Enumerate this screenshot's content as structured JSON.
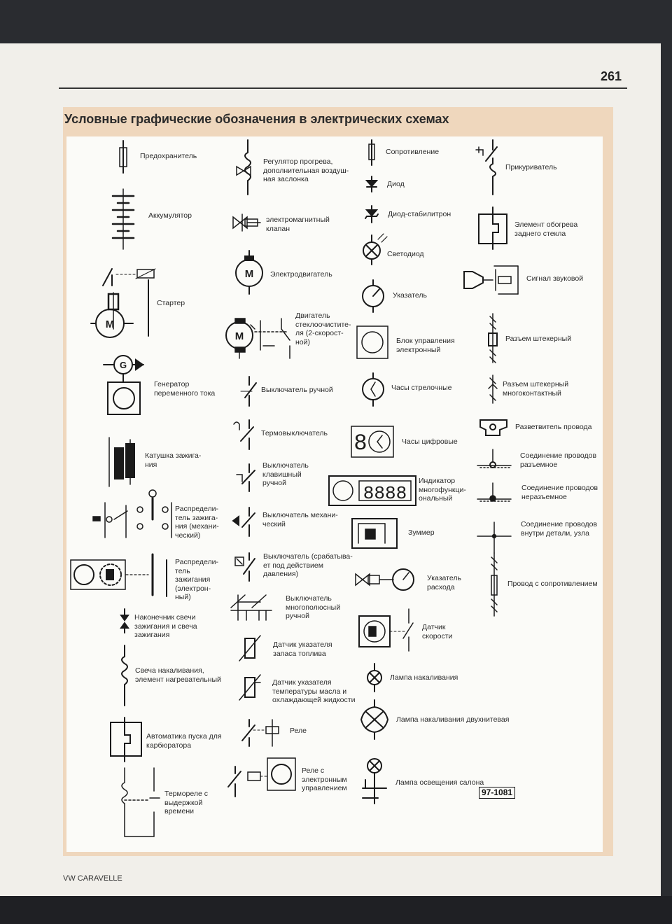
{
  "page_number": "261",
  "title": "Условные графические обозначения в электрических схемах",
  "footer": "VW CARAVELLE",
  "figure_code": "97-1081",
  "motor_letter": "M",
  "generator_letter": "G",
  "symbols": {
    "fuse": "Предохранитель",
    "battery": "Аккумулятор",
    "starter": "Стартер",
    "alternator": "Генератор\nпеременного тока",
    "ignition_coil": "Катушка зажига-\nния",
    "distributor_mech": "Распредели-\nтель зажига-\nния (механи-\nческий)",
    "distributor_elec": "Распредели-\nтель\nзажигания\n(электрон-\nный)",
    "spark_plug": "Наконечник свечи\nзажигания и свеча\nзажигания",
    "glow_plug": "Свеча накаливания,\nэлемент нагревательный",
    "choke": "Автоматика пуска для\nкарбюратора",
    "thermal_relay": "Термореле с\nвыдержкой\nвремени",
    "warmup_regulator": "Регулятор прогрева,\nдополнительная воздуш-\nная заслонка",
    "solenoid_valve": "электромагнитный\nклапан",
    "electric_motor": "Электродвигатель",
    "wiper_motor": "Двигатель\nстеклоочистите-\nля (2-скорост-\nной)",
    "manual_switch": "Выключатель ручной",
    "thermal_switch": "Термовыключатель",
    "key_switch": "Выключатель\nклавишный\nручной",
    "mech_switch": "Выключатель механи-\nческий",
    "pressure_switch": "Выключатель (срабатыва-\nет под действием\nдавления)",
    "multipole_switch": "Выключатель\nмногополюсный\nручной",
    "fuel_sensor": "Датчик указателя\nзапаса топлива",
    "temp_sensor": "Датчик указателя\nтемпературы масла и\nохлаждающей жидкости",
    "relay": "Реле",
    "electronic_relay": "Реле с\nэлектронным\nуправлением",
    "resistor": "Сопротивление",
    "diode": "Диод",
    "zener": "Диод-стабилитрон",
    "led": "Светодиод",
    "gauge": "Указатель",
    "ecu": "Блок управления\nэлектронный",
    "analog_clock": "Часы стрелочные",
    "digital_clock": "Часы цифровые",
    "multi_display": "Индикатор\nмногофункци-\nональный",
    "buzzer": "Зуммер",
    "flow_gauge": "Указатель\nрасхода",
    "speed_sensor": "Датчик\nскорости",
    "lamp": "Лампа накаливания",
    "dual_lamp": "Лампа накаливания двухнитевая",
    "interior_lamp": "Лампа освещения салона",
    "cigar_lighter": "Прикуриватель",
    "rear_heater": "Элемент обогрева\nзаднего стекла",
    "horn": "Сигнал звуковой",
    "plug_conn": "Разъем штекерный",
    "multi_plug": "Разъем штекерный\nмногоконтактный",
    "splitter": "Разветвитель провода",
    "detachable_joint": "Соединение проводов\nразъемное",
    "permanent_joint": "Соединение проводов\nнеразъемное",
    "internal_joint": "Соединение проводов\nвнутри детали, узла",
    "resistive_wire": "Провод с сопротивлением"
  },
  "display_digits": {
    "clock": "8",
    "multi": "8888"
  }
}
